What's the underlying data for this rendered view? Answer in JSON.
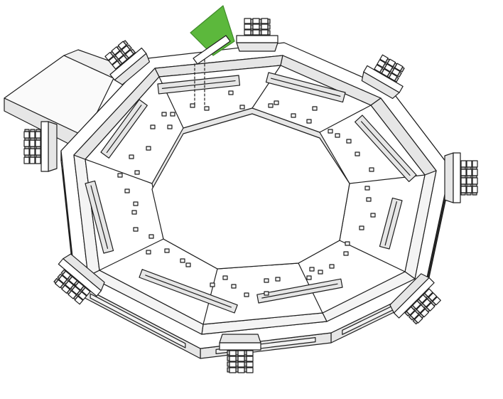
{
  "colors": {
    "background": "#ffffff",
    "outline": "#1e1e1e",
    "top_face": "#ffffff",
    "wall_shade": "#e6e6e6",
    "deep_shade": "#c9c9c9",
    "flag": "#5cb83c",
    "flag_edge": "#3f8a2a"
  },
  "diagram": {
    "shape": "octagonal-ring-fortress",
    "tower_count": 8,
    "ramp_count": 1,
    "flag_count": 1,
    "flag_mount": "dashed-drop-lines",
    "icons": {
      "tower": "stacked-block-tower-icon",
      "flag": "flag-icon",
      "ramp": "ramp-icon",
      "peg": "peg-icon"
    }
  }
}
